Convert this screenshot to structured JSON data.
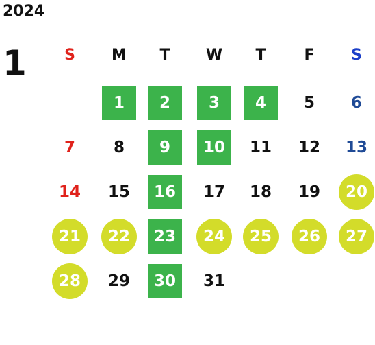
{
  "year": "2024",
  "month": "1",
  "colors": {
    "sunday": "#e0221b",
    "saturday": "#1b3fc8",
    "saturday_date": "#1f4a96",
    "weekday": "#111111",
    "green_highlight": "#3cb34b",
    "yellow_highlight": "#d3dc2a"
  },
  "weekdays": [
    {
      "label": "S",
      "kind": "sunday"
    },
    {
      "label": "M",
      "kind": "weekday"
    },
    {
      "label": "T",
      "kind": "weekday"
    },
    {
      "label": "W",
      "kind": "weekday"
    },
    {
      "label": "T",
      "kind": "weekday"
    },
    {
      "label": "F",
      "kind": "weekday"
    },
    {
      "label": "S",
      "kind": "saturday"
    }
  ],
  "first_weekday_index": 1,
  "days": [
    {
      "day": "1",
      "highlight": "green"
    },
    {
      "day": "2",
      "highlight": "green"
    },
    {
      "day": "3",
      "highlight": "green"
    },
    {
      "day": "4",
      "highlight": "green"
    },
    {
      "day": "5",
      "highlight": "none"
    },
    {
      "day": "6",
      "highlight": "none"
    },
    {
      "day": "7",
      "highlight": "none"
    },
    {
      "day": "8",
      "highlight": "none"
    },
    {
      "day": "9",
      "highlight": "green"
    },
    {
      "day": "10",
      "highlight": "green"
    },
    {
      "day": "11",
      "highlight": "none"
    },
    {
      "day": "12",
      "highlight": "none"
    },
    {
      "day": "13",
      "highlight": "none"
    },
    {
      "day": "14",
      "highlight": "none"
    },
    {
      "day": "15",
      "highlight": "none"
    },
    {
      "day": "16",
      "highlight": "green"
    },
    {
      "day": "17",
      "highlight": "none"
    },
    {
      "day": "18",
      "highlight": "none"
    },
    {
      "day": "19",
      "highlight": "none"
    },
    {
      "day": "20",
      "highlight": "yellow"
    },
    {
      "day": "21",
      "highlight": "yellow"
    },
    {
      "day": "22",
      "highlight": "yellow"
    },
    {
      "day": "23",
      "highlight": "green"
    },
    {
      "day": "24",
      "highlight": "yellow"
    },
    {
      "day": "25",
      "highlight": "yellow"
    },
    {
      "day": "26",
      "highlight": "yellow"
    },
    {
      "day": "27",
      "highlight": "yellow"
    },
    {
      "day": "28",
      "highlight": "yellow"
    },
    {
      "day": "29",
      "highlight": "none"
    },
    {
      "day": "30",
      "highlight": "green"
    },
    {
      "day": "31",
      "highlight": "none"
    }
  ]
}
